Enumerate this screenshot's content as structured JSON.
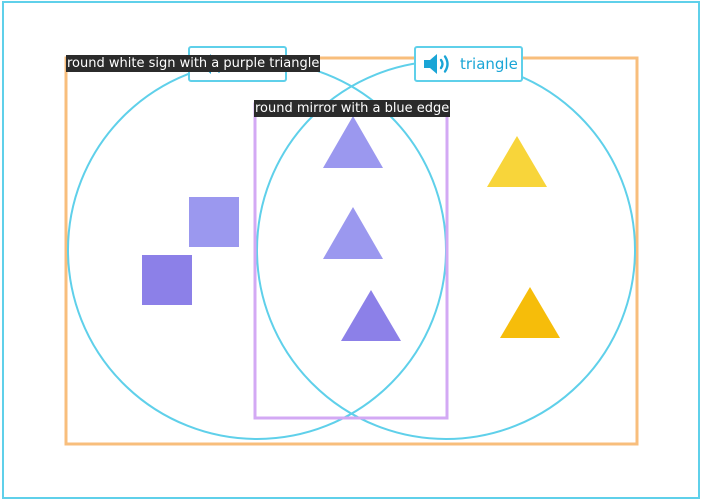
{
  "colors": {
    "outer_frame": "#5fd0ea",
    "circle_stroke": "#5fd0ea",
    "outer_rect": "#f8be7c",
    "inner_rect": "#d3a9f4",
    "speaker_border": "#5fd0ea",
    "speaker_icon": "#1aa5d6",
    "square_light": "#9b98ef",
    "square_dark": "#8c80e8",
    "triangle_light": "#9b98ef",
    "triangle_dark": "#8c80e8",
    "triangle_yellow_light": "#f8d53a",
    "triangle_yellow_dark": "#f6bd0a",
    "label_bg": "#2b2b2b",
    "label_text": "#ffffff"
  },
  "left_speaker": {
    "icon": "speaker-icon",
    "label": ""
  },
  "right_speaker": {
    "icon": "speaker-icon",
    "label": "triangle"
  },
  "labels": {
    "outer_rect": "round white sign with a purple triangle",
    "inner_rect": "round mirror with a blue edge"
  },
  "shapes": [
    {
      "kind": "square",
      "color": "square_light"
    },
    {
      "kind": "square",
      "color": "square_dark"
    },
    {
      "kind": "triangle",
      "color": "triangle_light"
    },
    {
      "kind": "triangle",
      "color": "triangle_light"
    },
    {
      "kind": "triangle",
      "color": "triangle_dark"
    },
    {
      "kind": "triangle",
      "color": "triangle_yellow_light"
    },
    {
      "kind": "triangle",
      "color": "triangle_yellow_dark"
    }
  ]
}
